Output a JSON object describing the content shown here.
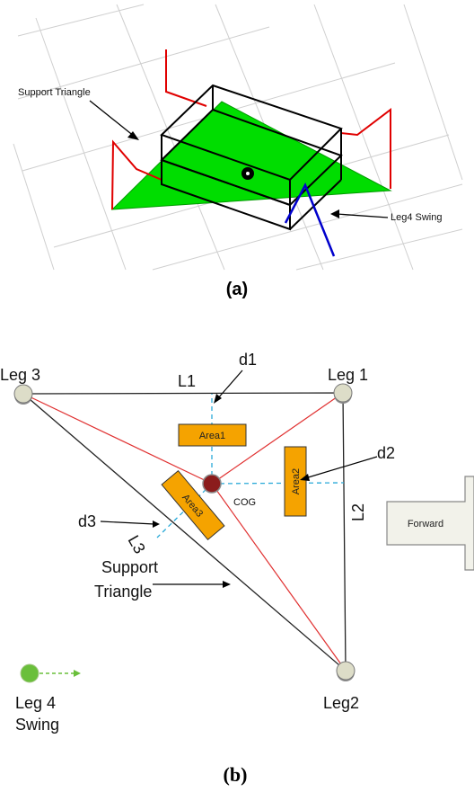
{
  "panel_a": {
    "caption": "(a)",
    "label_support_triangle": "Support Triangle",
    "label_leg4_swing": "Leg4 Swing"
  },
  "panel_b": {
    "caption": "(b)",
    "legs": {
      "leg1": "Leg 1",
      "leg2": "Leg2",
      "leg3": "Leg 3",
      "leg4_line1": "Leg 4",
      "leg4_line2": "Swing"
    },
    "sides": {
      "l1": "L1",
      "l2": "L2",
      "l3": "L3"
    },
    "distances": {
      "d1": "d1",
      "d2": "d2",
      "d3": "d3"
    },
    "areas": {
      "area1": "Area1",
      "area2": "Area2",
      "area3": "Area3"
    },
    "cog": "COG",
    "support_triangle_line1": "Support",
    "support_triangle_line2": "Triangle",
    "forward": "Forward"
  },
  "colors": {
    "support_green": "#00dd00",
    "leg_red": "#e00000",
    "swing_blue": "#0000cc",
    "area_orange": "#f5a300",
    "dash_cyan": "#29a9d8",
    "cog_fill": "#8b1c1c",
    "leg4_green": "#6abf3b"
  }
}
